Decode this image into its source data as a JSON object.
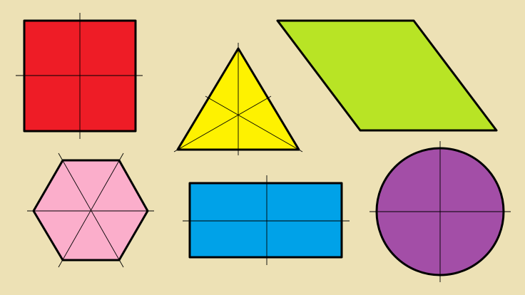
{
  "background": "#ede1b5",
  "line_color": "#000000",
  "shapes": [
    {
      "name": "square-shape",
      "fill": "#ee1c26"
    },
    {
      "name": "triangle-shape",
      "fill": "#fef200"
    },
    {
      "name": "parallelogram-shape",
      "fill": "#b8e425"
    },
    {
      "name": "hexagon-shape",
      "fill": "#fbaecb"
    },
    {
      "name": "rectangle-shape",
      "fill": "#00a2e8"
    },
    {
      "name": "circle-shape",
      "fill": "#a34ea7"
    }
  ]
}
